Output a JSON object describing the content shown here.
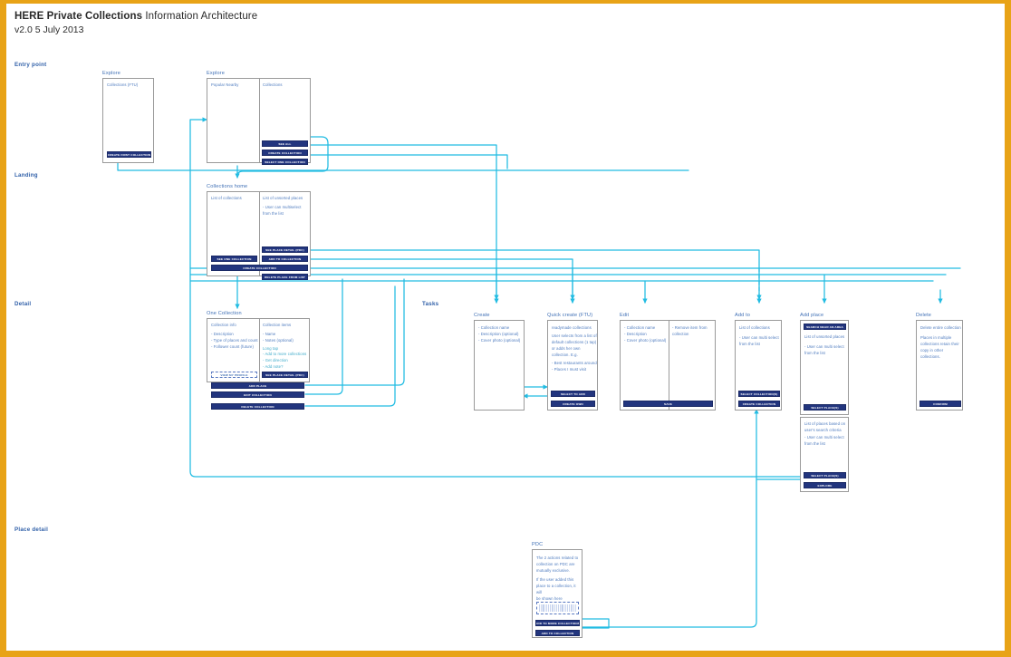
{
  "document": {
    "title_bold": "HERE Private Collections",
    "title_rest": " Information Architecture",
    "version_line": "v2.0  5 July 2013"
  },
  "colors": {
    "frame_orange": "#e8a317",
    "connector_cyan": "#22bce2",
    "button_navy": "#22357e",
    "caption_blue": "#3f6fb5",
    "body_blue": "#4a78bd",
    "teal_text": "#3aa9c9",
    "card_border": "#9a9a9a"
  },
  "rows": [
    {
      "label": "Entry point"
    },
    {
      "label": "Landing"
    },
    {
      "label": "Detail"
    },
    {
      "label": "Place detail"
    }
  ],
  "section_labels": {
    "tasks": "Tasks"
  },
  "screens": {
    "explore_ftu": {
      "caption": "Explore",
      "pane_title": "Collections (FTU)",
      "buttons": [
        "CREATE FIRST COLLECTION"
      ]
    },
    "explore": {
      "caption": "Explore",
      "pane_left_title": "Popular Nearby",
      "pane_right_title": "Collections",
      "buttons": [
        "SEE ALL",
        "CREATE COLLECTION",
        "SELECT ONE COLLECTION"
      ]
    },
    "collections_home": {
      "caption": "Collections home",
      "pane_left_title": "List of collections",
      "pane_right_title": "List of unsorted places",
      "pane_right_note": "- User can multiselect\nfrom the list",
      "buttons": [
        "SEE PLACE DETAIL (PDC)",
        "SEE ONE COLLECTION",
        "ADD TO COLLECTION",
        "CREATE COLLECTION",
        "DELETE PLACE FROM LIST"
      ]
    },
    "one_collection": {
      "caption": "One Collection",
      "pane_left_title": "Collection info",
      "pane_left_body": "- Description\n- Type of places and count\n- Follower count (future)",
      "pane_right_title": "Collection items",
      "pane_right_body": "- Name\n- Notes (optional)",
      "pane_right_longtap_title": "Long tap",
      "pane_right_longtap_body": "- Add to more collections\n- Get direction\n- Add note?",
      "buttons": [
        "VIEW MY PROFILE",
        "SEE PLACE DETAIL (PDC)",
        "ADD PLACE",
        "EDIT COLLECTION",
        "DELETE COLLECTION"
      ]
    },
    "create": {
      "caption": "Create",
      "body": "- Collection name\n- Description (optional)\n- Cover photo (optional)"
    },
    "quick_create": {
      "caption": "Quick create (FTU)",
      "body_1": "readymade collections",
      "body_2": "User selects from a list of\ndefault collections (1 tap)\nor adds her own\ncollection. E.g.",
      "body_3": "- Best restaurants around\n- Places I must visit",
      "buttons": [
        "SELECT TO ADD",
        "CREATE OWN"
      ]
    },
    "edit": {
      "caption": "Edit",
      "pane_left_body": "- Collection name\n- Description\n- Cover photo (optional)",
      "pane_right_body": "- Remove item from\ncollection",
      "buttons": [
        "SAVE"
      ]
    },
    "add_to": {
      "caption": "Add to",
      "pane_title": "List of collections",
      "pane_note": "- User can multi select\nfrom the list",
      "buttons": [
        "SELECT COLLECTION(S)",
        "CREATE COLLECTION"
      ]
    },
    "add_place": {
      "caption": "Add place",
      "top_button": "SEARCH NEAR AN AREA",
      "top_title": "List of unsorted places",
      "top_note": "- User can multi select\nfrom the list",
      "top_cta": "SELECT PLACE(S)",
      "bottom_title": "List of places based on\nuser's search criteria",
      "bottom_note": "- User can multi select\nfrom the list",
      "bottom_cta": "SELECT PLACE(S)",
      "bottom_cta2": "EXPLORE"
    },
    "delete": {
      "caption": "Delete",
      "body_1": "Delete entire collection",
      "body_2": "Places in multiple\ncollections retain their\ncopy in other collections.",
      "buttons": [
        "CONFIRM"
      ]
    },
    "pdc": {
      "caption": "PDC",
      "body_1": "The 2 actions related to\ncollection on PDC are\nmutually exclusive.",
      "body_2": "If the user added this\nplace to a collection, it will\nbe shown here",
      "buttons": [
        "ADD TO MORE COLLECTIONS",
        "ADD TO COLLECTION"
      ]
    }
  }
}
